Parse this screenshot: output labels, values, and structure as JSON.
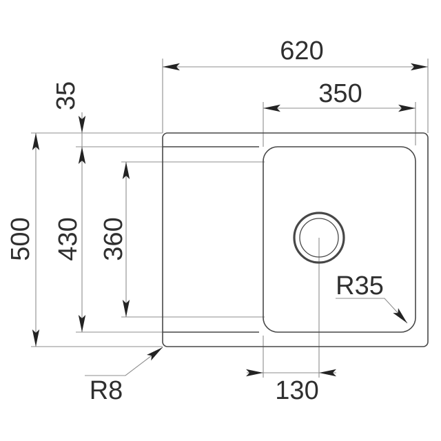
{
  "drawing": {
    "type": "technical-dimension-drawing",
    "subject": "inset kitchen sink with single bowl and drainer ledge, top view",
    "units": "mm",
    "labels": {
      "overall_width": "620",
      "bowl_width": "350",
      "edge_offset": "35",
      "overall_depth": "500",
      "bowl_length": "430",
      "bowl_inner_length": "360",
      "drain_offset": "130",
      "bowl_corner_radius": "R35",
      "rim_corner_radius": "R8"
    },
    "colors": {
      "background": "#ffffff",
      "outline": "#474747",
      "dimension_line": "#8d8d8d",
      "arrow": "#232323",
      "text": "#2f2f2f"
    }
  }
}
